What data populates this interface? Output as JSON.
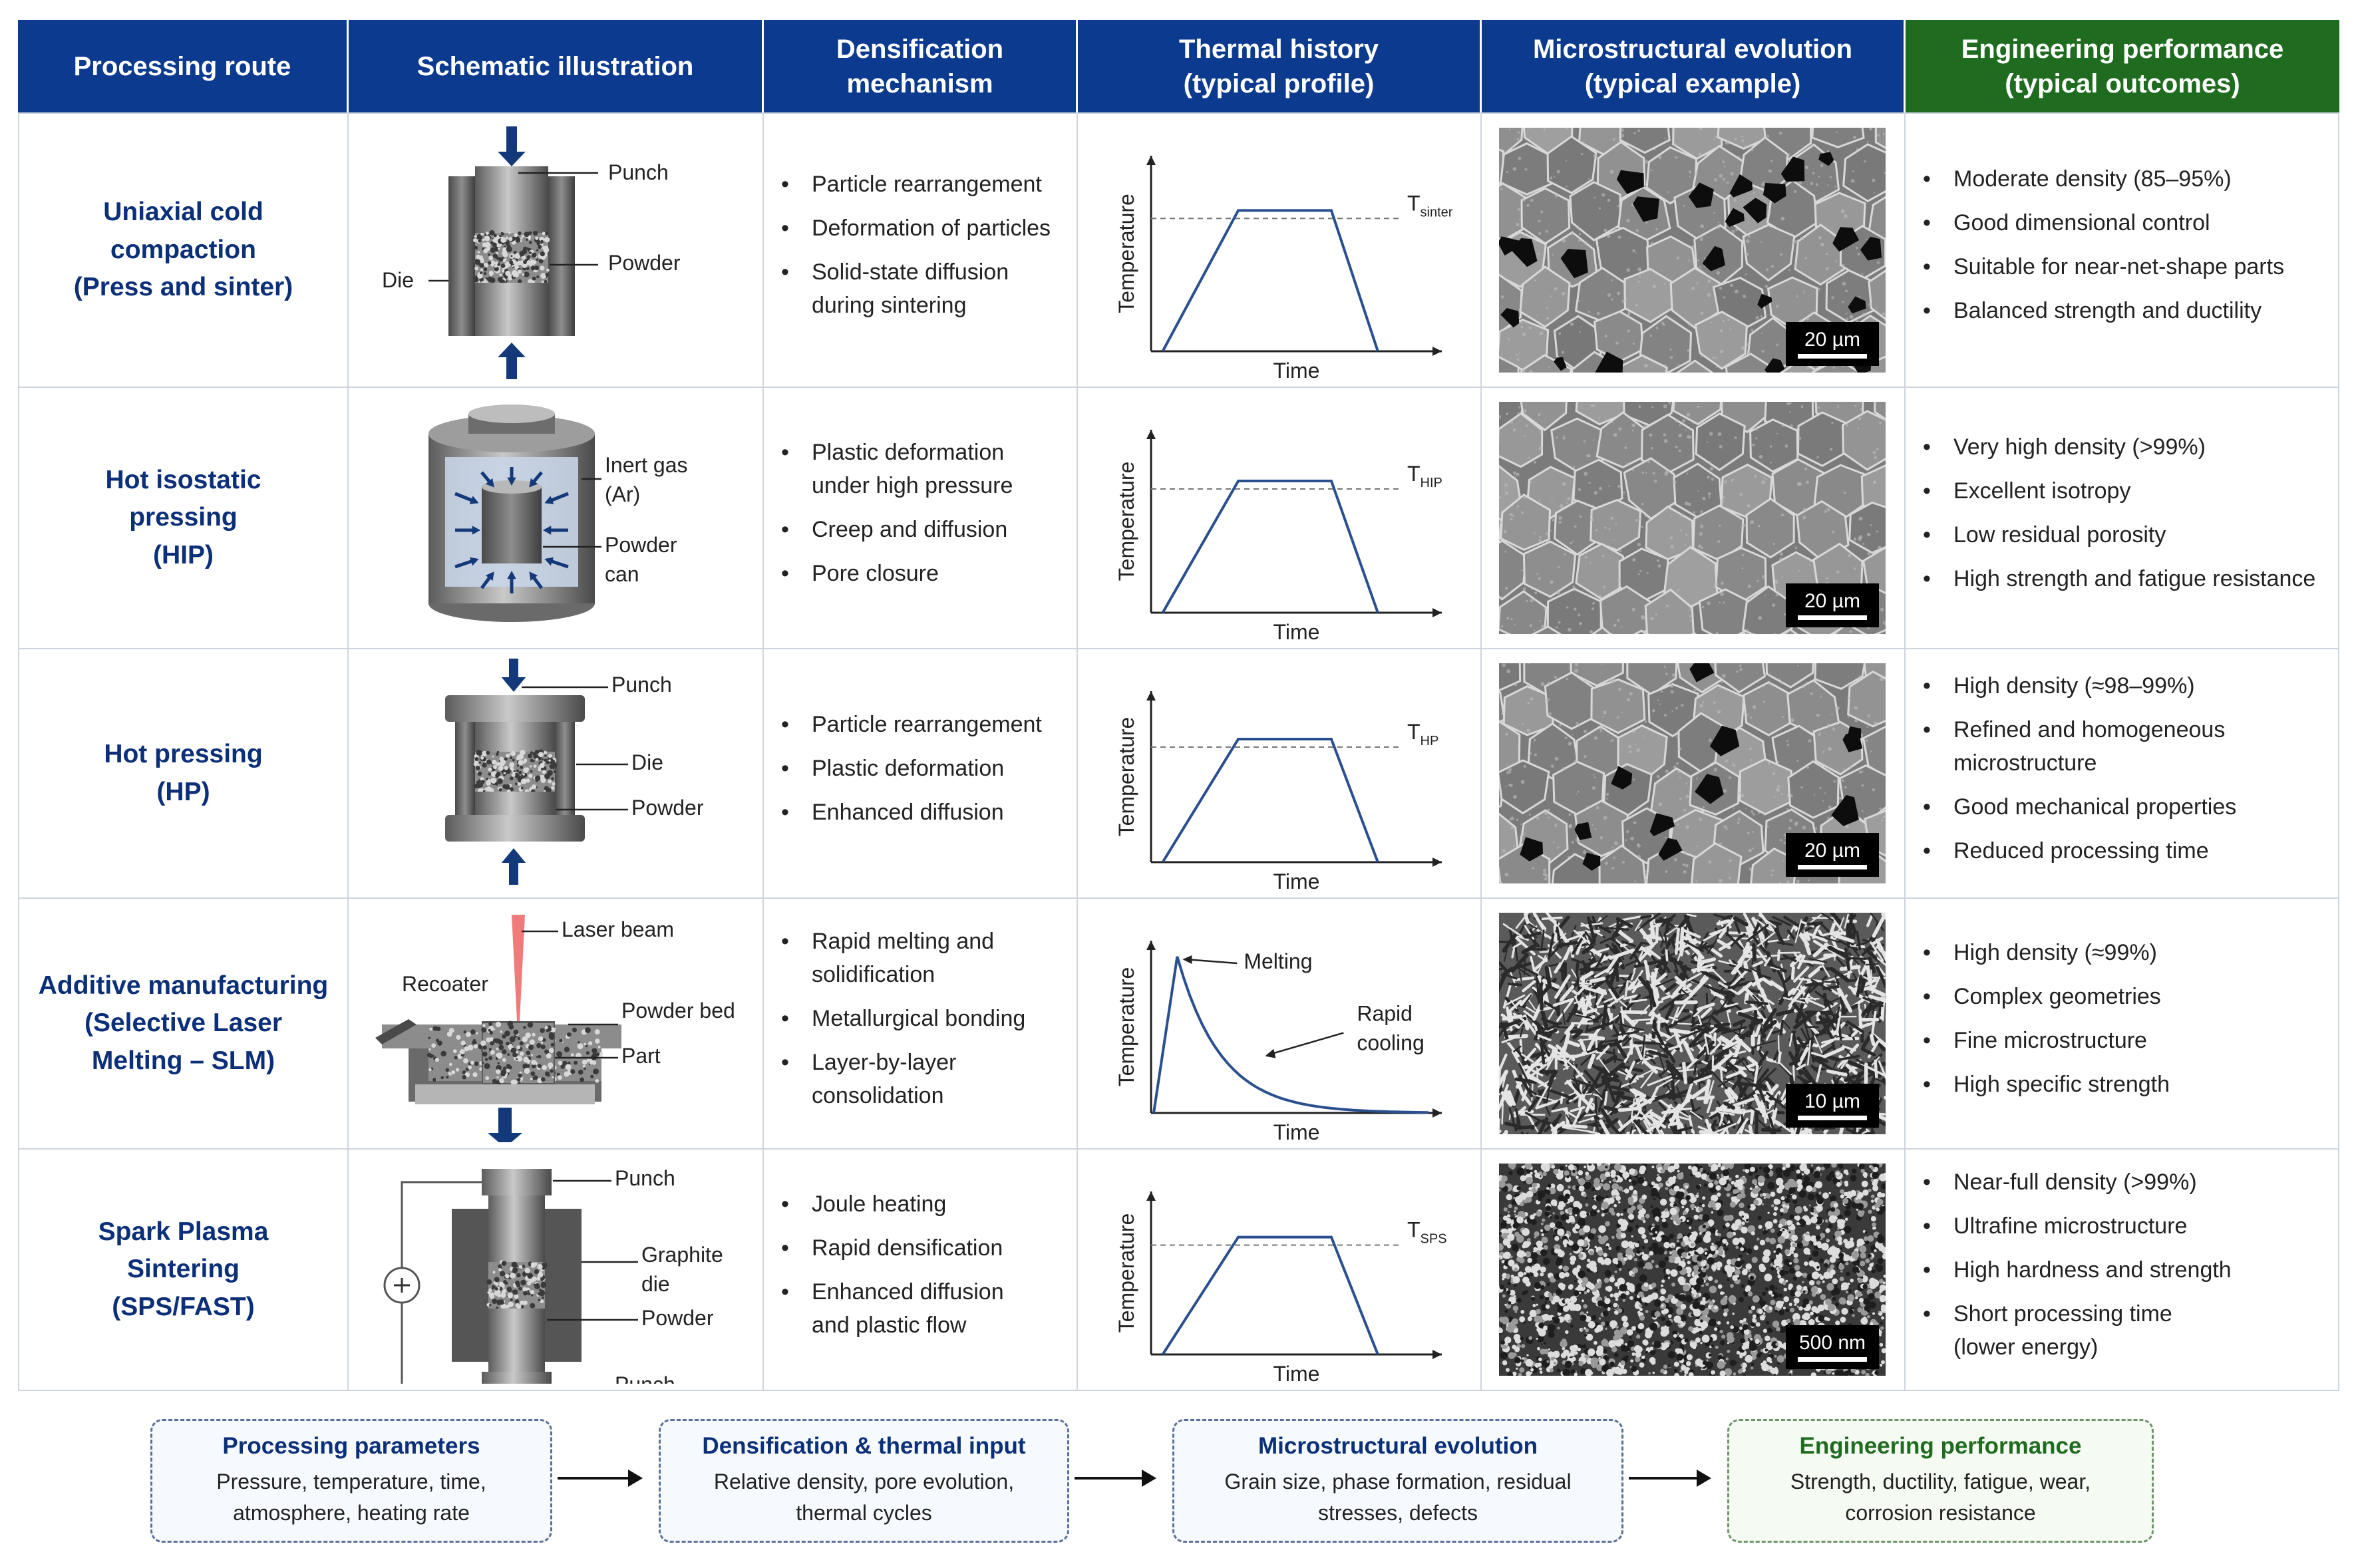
{
  "headers": [
    "Processing route",
    "Schematic illustration",
    "Densification\nmechanism",
    "Thermal history\n(typical profile)",
    "Microstructural evolution\n(typical example)",
    "Engineering performance\n(typical outcomes)"
  ],
  "colors": {
    "header_blue": "#0b3a8f",
    "header_green": "#1f6b1f",
    "route_text": "#0b2f78",
    "curve": "#2a4f8f"
  },
  "axis": {
    "ylabel": "Temperature",
    "xlabel": "Time"
  },
  "rows": [
    {
      "route": "Uniaxial cold\ncompaction\n(Press and sinter)",
      "schematic_labels": [
        "Punch",
        "Powder",
        "Die"
      ],
      "mechanism": [
        "Particle rearrangement",
        "Deformation of particles",
        "Solid-state diffusion\nduring sintering"
      ],
      "thermal": {
        "type": "plateau",
        "level_label": "T",
        "level_sub": "sinter"
      },
      "micro_scale": "20 µm",
      "micro_texture": "grains-with-pores",
      "performance": [
        "Moderate density (85–95%)",
        "Good dimensional control",
        "Suitable for near-net-shape parts",
        "Balanced strength and ductility"
      ]
    },
    {
      "route": "Hot isostatic\npressing\n(HIP)",
      "schematic_labels": [
        "Inert gas\n(Ar)",
        "Powder\ncan"
      ],
      "mechanism": [
        "Plastic deformation\nunder high pressure",
        "Creep and diffusion",
        "Pore closure"
      ],
      "thermal": {
        "type": "plateau",
        "level_label": "T",
        "level_sub": "HIP"
      },
      "micro_scale": "20 µm",
      "micro_texture": "dense-grains",
      "performance": [
        "Very high density (>99%)",
        "Excellent isotropy",
        "Low residual porosity",
        "High strength and fatigue resistance"
      ]
    },
    {
      "route": "Hot pressing\n(HP)",
      "schematic_labels": [
        "Punch",
        "Die",
        "Powder"
      ],
      "mechanism": [
        "Particle rearrangement",
        "Plastic deformation",
        "Enhanced diffusion"
      ],
      "thermal": {
        "type": "plateau",
        "level_label": "T",
        "level_sub": "HP"
      },
      "micro_scale": "20 µm",
      "micro_texture": "grains-few-pores",
      "performance": [
        "High density (≈98–99%)",
        "Refined and homogeneous\nmicrostructure",
        "Good mechanical properties",
        "Reduced processing time"
      ]
    },
    {
      "route": "Additive manufacturing\n(Selective Laser\nMelting – SLM)",
      "schematic_labels": [
        "Laser beam",
        "Recoater",
        "Powder bed",
        "Part"
      ],
      "mechanism": [
        "Rapid melting and\nsolidification",
        "Metallurgical bonding",
        "Layer-by-layer\nconsolidation"
      ],
      "thermal": {
        "type": "spike",
        "peak_label": "Melting",
        "decay_label": "Rapid\ncooling"
      },
      "micro_scale": "10 µm",
      "micro_texture": "dendritic",
      "performance": [
        "High density (≈99%)",
        "Complex geometries",
        "Fine microstructure",
        "High specific strength"
      ]
    },
    {
      "route": "Spark Plasma\nSintering\n(SPS/FAST)",
      "schematic_labels": [
        "Punch",
        "Graphite\ndie",
        "Powder",
        "Punch"
      ],
      "mechanism": [
        "Joule heating",
        "Rapid densification",
        "Enhanced diffusion\nand plastic flow"
      ],
      "thermal": {
        "type": "plateau",
        "level_label": "T",
        "level_sub": "SPS"
      },
      "micro_scale": "500 nm",
      "micro_texture": "ultrafine",
      "performance": [
        "Near-full density (>99%)",
        "Ultrafine microstructure",
        "High hardness and strength",
        "Short processing time\n(lower energy)"
      ]
    }
  ],
  "flow": [
    {
      "title": "Processing parameters",
      "body": "Pressure, temperature, time,\natmosphere, heating rate"
    },
    {
      "title": "Densification & thermal input",
      "body": "Relative density, pore evolution,\nthermal cycles"
    },
    {
      "title": "Microstructural evolution",
      "body": "Grain size, phase formation, residual\nstresses, defects"
    },
    {
      "title": "Engineering performance",
      "body": "Strength, ductility, fatigue, wear,\ncorrosion resistance"
    }
  ]
}
